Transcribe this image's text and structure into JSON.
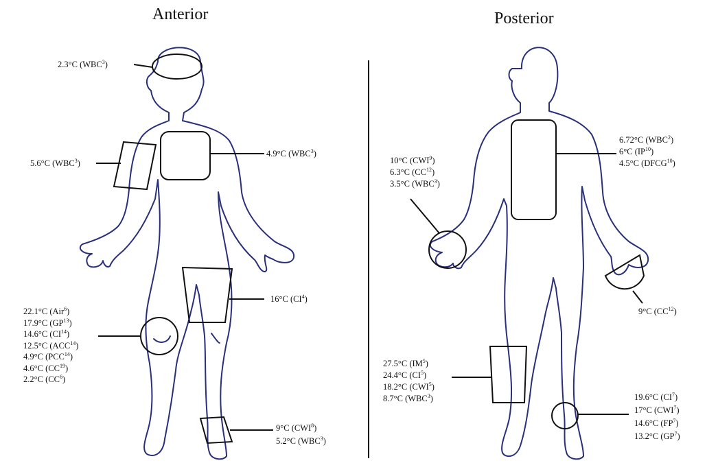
{
  "titles": {
    "anterior": "Anterior",
    "posterior": "Posterior"
  },
  "anterior_labels": {
    "head": [
      {
        "text": "2.3°C (WBC",
        "sup": "3",
        "tail": ")"
      }
    ],
    "upper_arm": [
      {
        "text": "5.6°C (WBC",
        "sup": "3",
        "tail": ")"
      }
    ],
    "chest": [
      {
        "text": "4.9°C (WBC",
        "sup": "3",
        "tail": ")"
      }
    ],
    "thigh": [
      {
        "text": "16°C (CI",
        "sup": "4",
        "tail": ")"
      }
    ],
    "knee": [
      {
        "text": "22.1°C (Air",
        "sup": "6",
        "tail": ")"
      },
      {
        "text": "17.9°C (GP",
        "sup": "13",
        "tail": ")"
      },
      {
        "text": "14.6°C (CI",
        "sup": "14",
        "tail": ")"
      },
      {
        "text": "12.5°C (ACC",
        "sup": "14",
        "tail": ")"
      },
      {
        "text": "4.9°C (PCC",
        "sup": "14",
        "tail": ")"
      },
      {
        "text": "4.6°C (CC",
        "sup": "19",
        "tail": ")"
      },
      {
        "text": "2.2°C (CC",
        "sup": "6",
        "tail": ")"
      }
    ],
    "ankle": [
      {
        "text": "9°C (CWI",
        "sup": "8",
        "tail": ")"
      },
      {
        "text": "5.2°C (WBC",
        "sup": "3",
        "tail": ")"
      }
    ]
  },
  "posterior_labels": {
    "back": [
      {
        "text": "6.72°C (WBC",
        "sup": "2",
        "tail": ")"
      },
      {
        "text": "6°C (IP",
        "sup": "10",
        "tail": ")"
      },
      {
        "text": "4.5°C (DFCG",
        "sup": "10",
        "tail": ")"
      }
    ],
    "left_hand": [
      {
        "text": "10°C (CWI",
        "sup": "9",
        "tail": ")"
      },
      {
        "text": "6.3°C (CC",
        "sup": "12",
        "tail": ")"
      },
      {
        "text": "3.5°C (WBC",
        "sup": "3",
        "tail": ")"
      }
    ],
    "right_hand": [
      {
        "text": "9°C (CC",
        "sup": "12",
        "tail": ")"
      }
    ],
    "calf": [
      {
        "text": "27.5°C (IM",
        "sup": "5",
        "tail": ")"
      },
      {
        "text": "24.4°C (CI",
        "sup": "5",
        "tail": ")"
      },
      {
        "text": "18.2°C (CWI",
        "sup": "5",
        "tail": ")"
      },
      {
        "text": "8.7°C (WBC",
        "sup": "3",
        "tail": ")"
      }
    ],
    "heel": [
      {
        "text": "19.6°C (CI",
        "sup": "7",
        "tail": ")"
      },
      {
        "text": "17°C (CWI",
        "sup": "7",
        "tail": ")"
      },
      {
        "text": "14.6°C (FP",
        "sup": "7",
        "tail": ")"
      },
      {
        "text": "13.2°C (GP",
        "sup": "7",
        "tail": ")"
      }
    ]
  },
  "colors": {
    "body_outline": "#2a2f7a",
    "callout": "#111111"
  }
}
